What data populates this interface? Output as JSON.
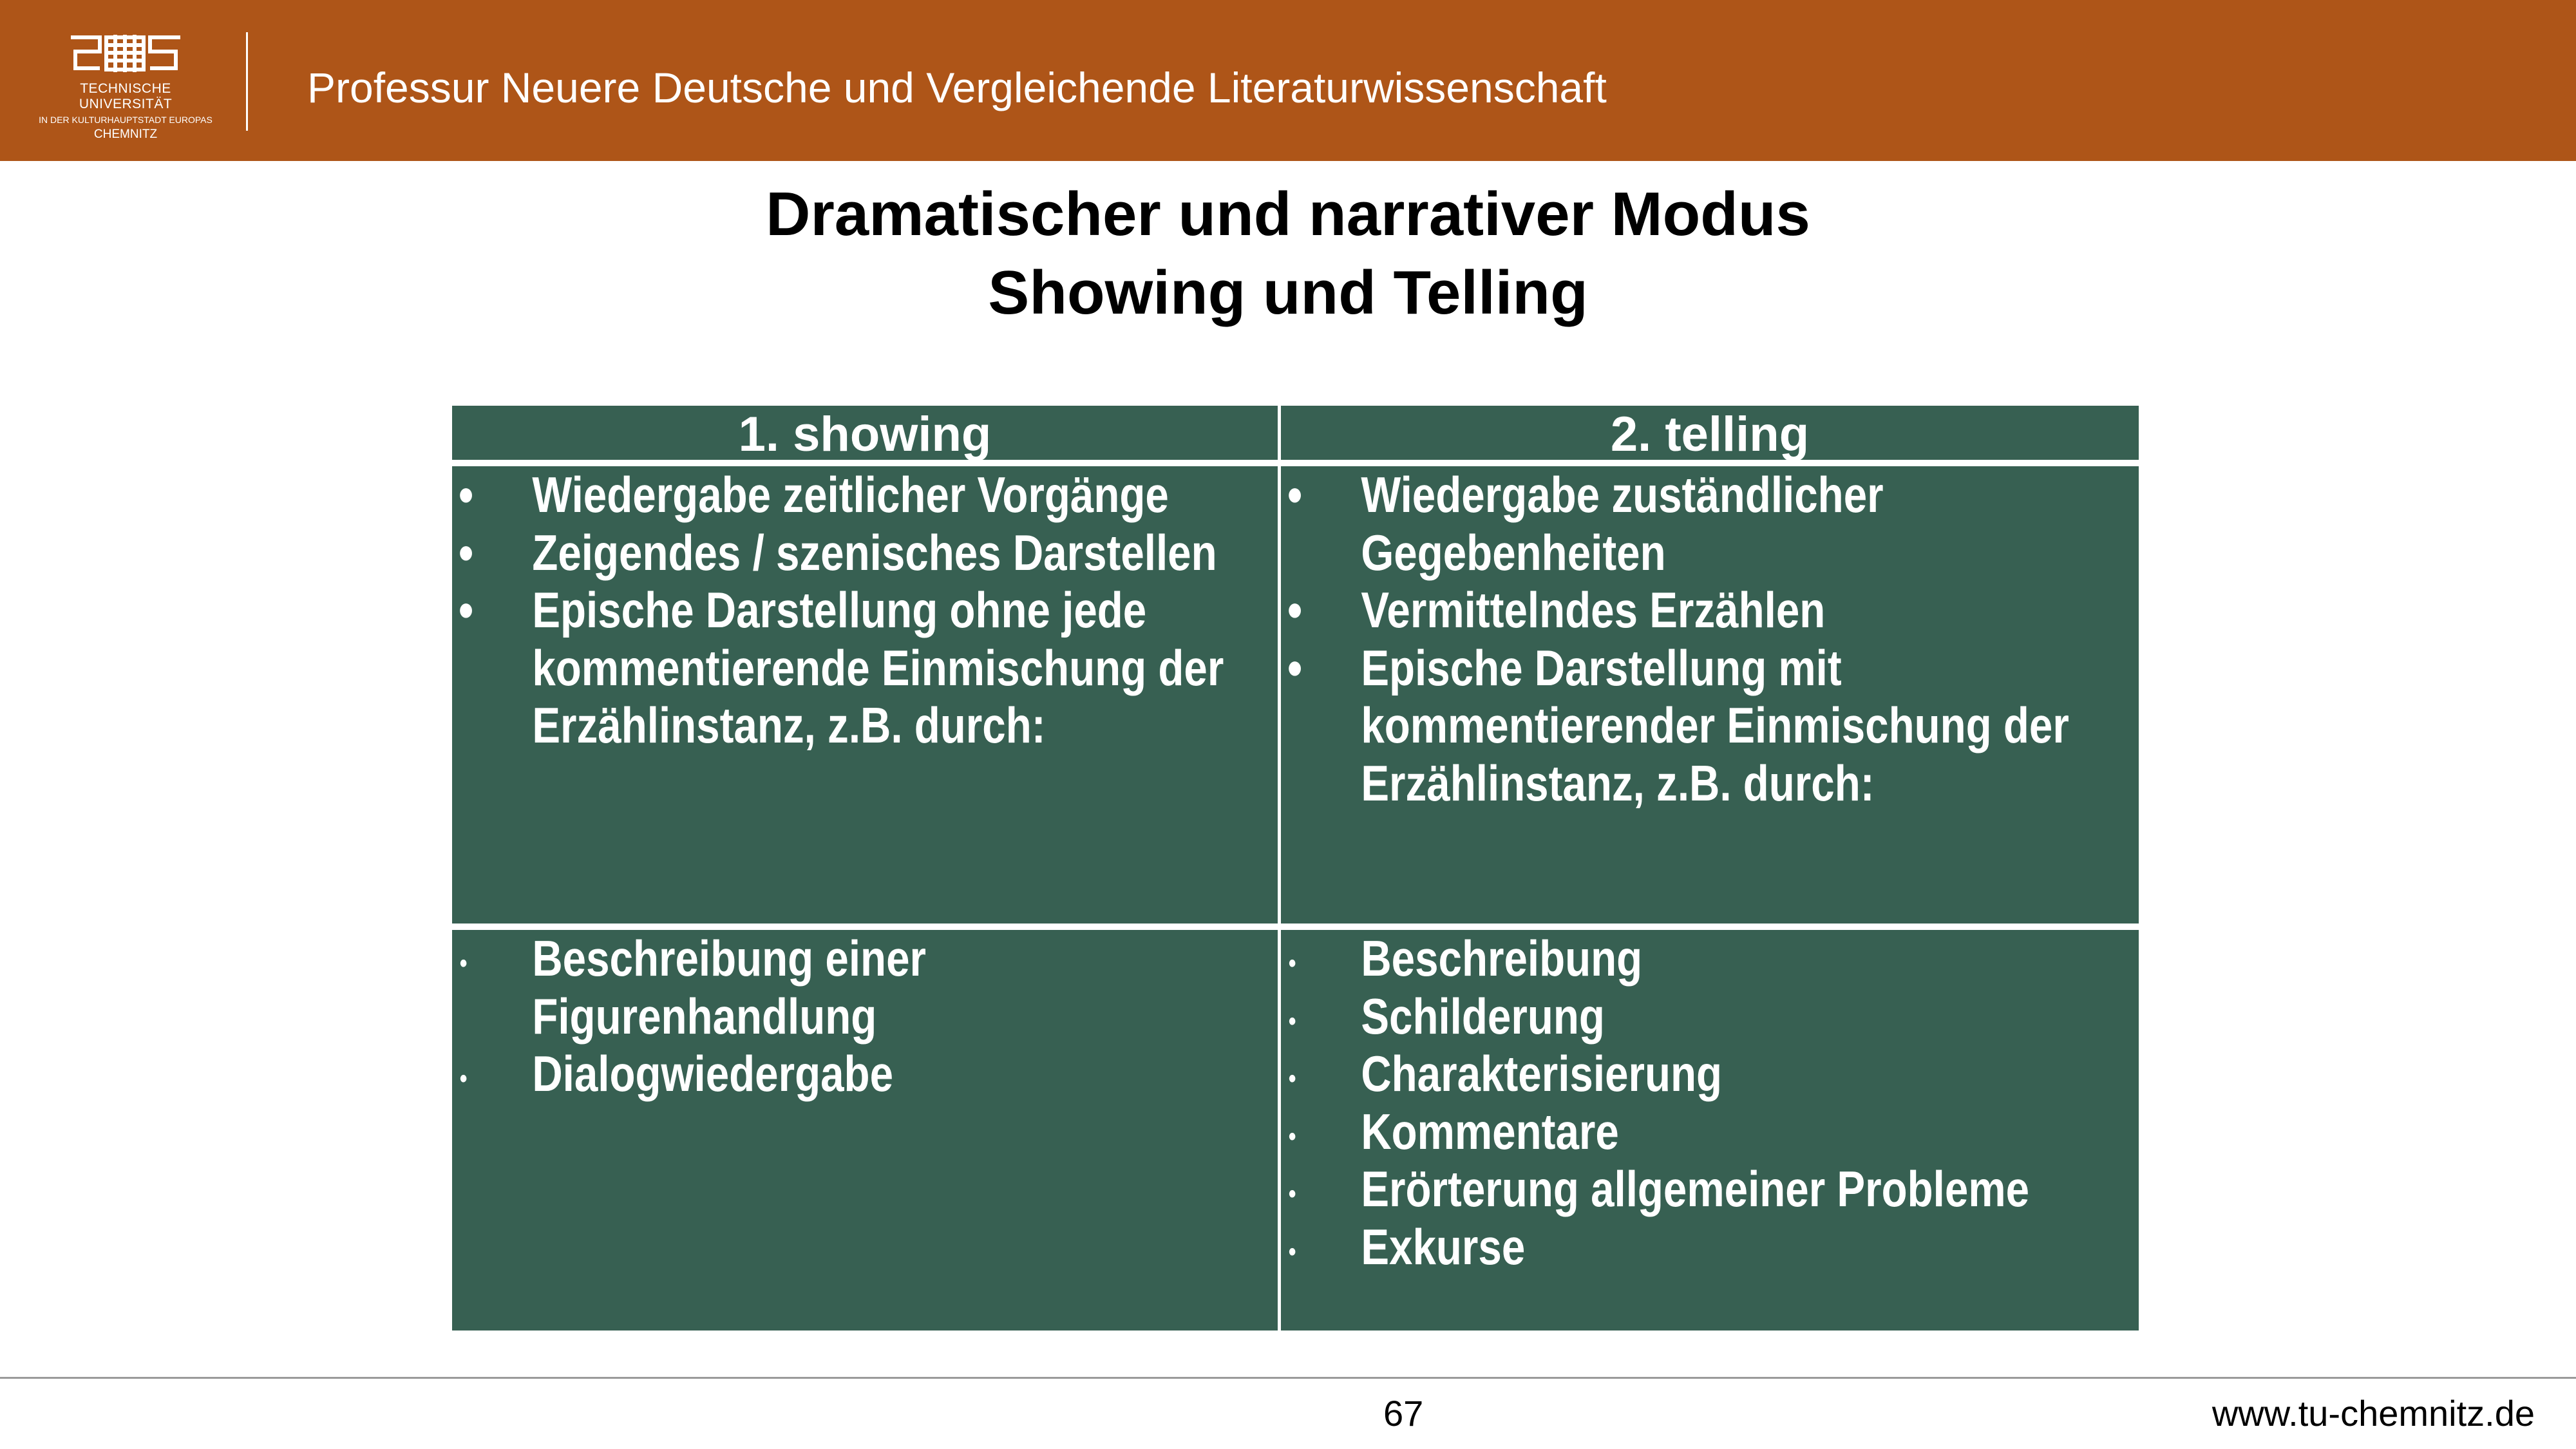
{
  "header": {
    "logo_text": [
      "TECHNISCHE UNIVERSITÄT",
      "IN DER KULTURHAUPTSTADT EUROPAS",
      "CHEMNITZ"
    ],
    "chair": "Professur Neuere Deutsche und Vergleichende Literaturwissenschaft"
  },
  "slide": {
    "title_line1": "Dramatischer und narrativer Modus",
    "title_line2": "Showing und Telling"
  },
  "table": {
    "headers": [
      "1. showing",
      "2. telling"
    ],
    "row1": {
      "left": [
        "Wiedergabe zeitlicher Vorgänge",
        "Zeigendes / szenisches Darstellen",
        "Epische Darstellung ohne jede kommentierende Einmischung der Erzählinstanz, z.B. durch:"
      ],
      "right": [
        "Wiedergabe zuständlicher Gegebenheiten",
        "Vermittelndes Erzählen",
        "Epische Darstellung mit kommentierender Einmischung der Erzählinstanz, z.B. durch:"
      ]
    },
    "row2": {
      "left": [
        "Beschreibung einer Figurenhandlung",
        "Dialogwiedergabe"
      ],
      "right": [
        "Beschreibung",
        "Schilderung",
        "Charakterisierung",
        "Kommentare",
        "Erörterung allgemeiner Probleme",
        "Exkurse"
      ]
    }
  },
  "footer": {
    "page": "67",
    "url": "www.tu-chemnitz.de"
  },
  "colors": {
    "brand": "#ae5518",
    "table": "#376052"
  }
}
